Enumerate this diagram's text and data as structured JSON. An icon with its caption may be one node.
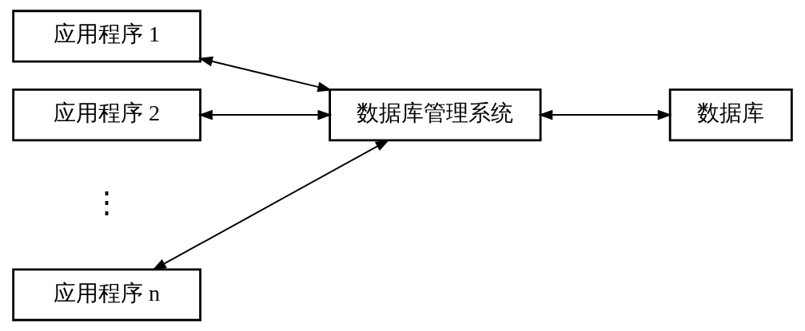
{
  "diagram": {
    "nodes": [
      {
        "text": [
          "应用程序 1"
        ]
      },
      {
        "text": [
          "应用程序 2"
        ]
      },
      {
        "text": [
          "应用程序 n"
        ]
      },
      {
        "text": [
          "数据库管理系统"
        ]
      },
      {
        "text": [
          "数据库"
        ]
      }
    ],
    "edges": [
      {
        "from": 0,
        "to": 3,
        "arrow": "both"
      },
      {
        "from": 1,
        "to": 3,
        "arrow": "both"
      },
      {
        "from": 2,
        "to": 3,
        "arrow": "both"
      },
      {
        "from": 3,
        "to": 4,
        "arrow": "both"
      }
    ],
    "labels": [
      "⋮"
    ]
  }
}
